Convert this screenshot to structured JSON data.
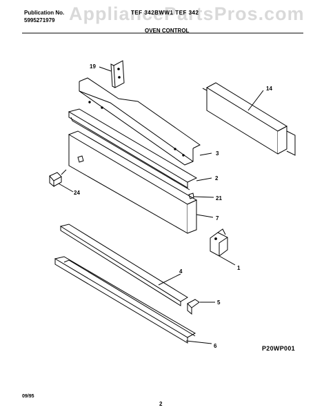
{
  "header": {
    "publication_label": "Publication No.",
    "publication_number": "5995271979",
    "model": "TEF 342BWW1 TEF 342",
    "section_title": "OVEN CONTROL"
  },
  "watermark": "AppliancePartsPros.com",
  "callouts": {
    "c19": "19",
    "c14": "14",
    "c3": "3",
    "c2": "2",
    "c24": "24",
    "c21": "21",
    "c7": "7",
    "c4": "4",
    "c1": "1",
    "c5": "5",
    "c6": "6"
  },
  "diagram_code": "P20WP001",
  "footer": {
    "date": "09/95",
    "page": "2"
  }
}
